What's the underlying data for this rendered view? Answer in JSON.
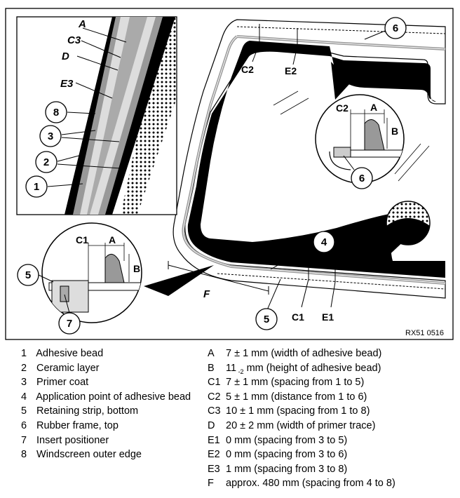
{
  "figure_code": "RX51 0516",
  "callouts": {
    "detail_numbers": [
      "8",
      "3",
      "2",
      "1"
    ],
    "detail_letters": [
      "A",
      "C3",
      "D",
      "E3"
    ],
    "main": [
      "6",
      "5",
      "7",
      "4",
      "5",
      "6"
    ],
    "dims": {
      "c2_top": "C2",
      "e2_top": "E2",
      "c2_inset": "C2",
      "a_inset": "A",
      "b_inset": "B",
      "c1_inset": "C1",
      "a_inset2": "A",
      "b_inset2": "B",
      "f": "F",
      "c1_bottom": "C1",
      "e1_bottom": "E1"
    }
  },
  "legend_left": [
    {
      "num": "1",
      "text": "Adhesive bead"
    },
    {
      "num": "2",
      "text": "Ceramic layer"
    },
    {
      "num": "3",
      "text": "Primer coat"
    },
    {
      "num": "4",
      "text": "Application point of adhesive bead"
    },
    {
      "num": "5",
      "text": "Retaining strip, bottom"
    },
    {
      "num": "6",
      "text": "Rubber frame, top"
    },
    {
      "num": "7",
      "text": "Insert positioner"
    },
    {
      "num": "8",
      "text": "Windscreen outer edge"
    }
  ],
  "legend_right": [
    {
      "key": "A",
      "text": "7 ± 1 mm (width of adhesive bead)"
    },
    {
      "key": "B",
      "text_pre": "11",
      "text_sub": " -2",
      "text_post": " mm (height of adhesive bead)"
    },
    {
      "key": "C1",
      "text": "7 ± 1 mm (spacing from 1 to 5)"
    },
    {
      "key": "C2",
      "text": "5 ± 1 mm (distance from 1 to 6)"
    },
    {
      "key": "C3",
      "text": "10 ± 1 mm (spacing from 1 to 8)"
    },
    {
      "key": "D",
      "text": "20 ± 2 mm (width of primer trace)"
    },
    {
      "key": "E1",
      "text": "0 mm (spacing from 3 to 5)"
    },
    {
      "key": "E2",
      "text": "0 mm (spacing from 3 to 6)"
    },
    {
      "key": "E3",
      "text": "1 mm (spacing from 3 to 8)"
    },
    {
      "key": "F",
      "text": "approx. 480 mm (spacing from 4 to 8)"
    }
  ]
}
